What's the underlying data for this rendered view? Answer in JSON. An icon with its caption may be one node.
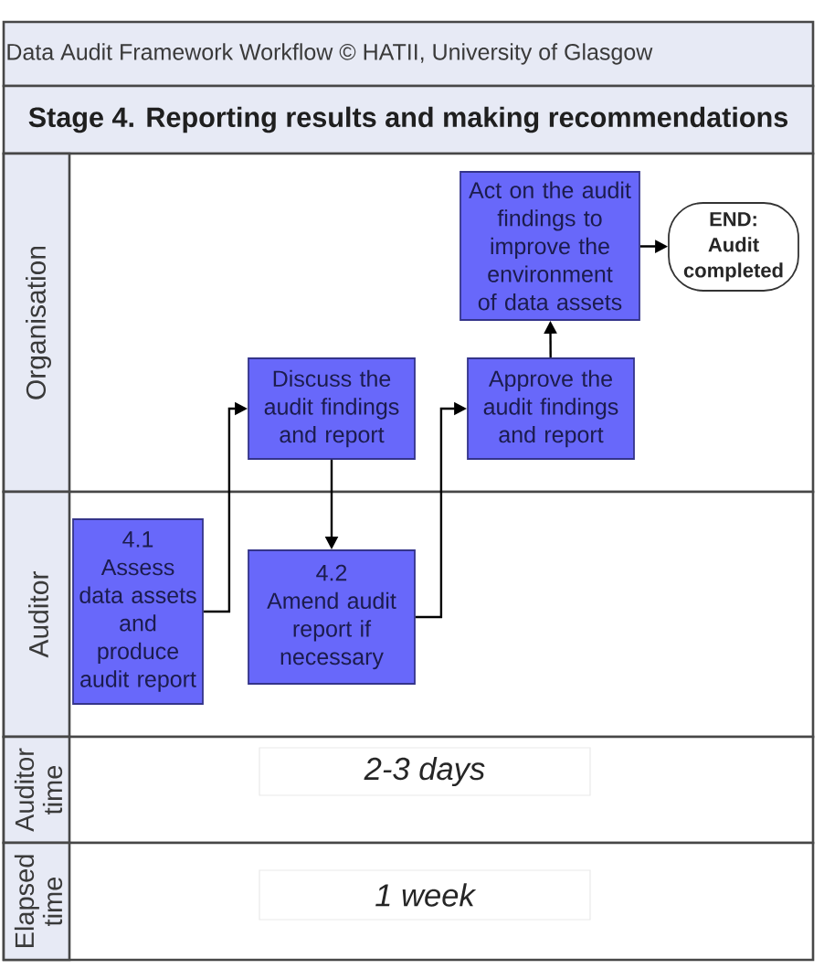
{
  "diagram": {
    "title": "Stage 4. Reporting results and making recommendations",
    "nodes": [
      {
        "text": [
          "Organisation"
        ]
      },
      {
        "text": [
          "Act on the audit findings to improve the environment of data assets"
        ],
        "in": 0
      },
      {
        "text": [
          "END: Audit completed"
        ],
        "in": 0
      },
      {
        "text": [
          "Discuss the audit findings and report"
        ],
        "in": 0
      },
      {
        "text": [
          "Approve the audit findings and report"
        ],
        "in": 0
      },
      {
        "text": [
          "Auditor"
        ]
      },
      {
        "text": [
          "4.1",
          "Assess data assets and produce audit report"
        ],
        "in": 5
      },
      {
        "text": [
          "4.2",
          "Amend audit report if necessary"
        ],
        "in": 5
      },
      {
        "text": [
          "Auditor time"
        ]
      },
      {
        "text": [
          "2-3 days"
        ],
        "in": 8
      },
      {
        "text": [
          "Elapsed time"
        ]
      },
      {
        "text": [
          "1 week"
        ],
        "in": 10
      }
    ],
    "edges": [
      {
        "from": 6,
        "to": 3,
        "arrow": "to"
      },
      {
        "from": 3,
        "to": 7,
        "arrow": "to"
      },
      {
        "from": 7,
        "to": 4,
        "arrow": "to"
      },
      {
        "from": 4,
        "to": 1,
        "arrow": "to"
      },
      {
        "from": 1,
        "to": 2,
        "arrow": "to"
      }
    ],
    "labels": [
      "Data Audit Framework Workflow © HATII, University of Glasgow"
    ]
  }
}
